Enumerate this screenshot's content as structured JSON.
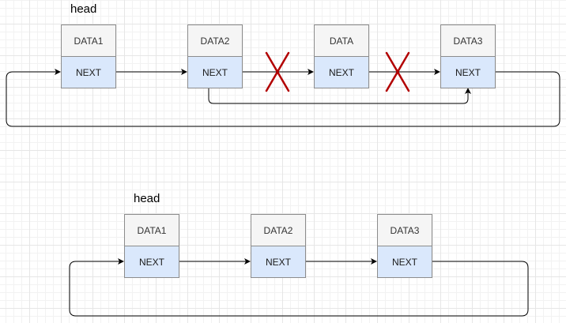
{
  "diagram_top": {
    "head_label": "head",
    "nodes": [
      {
        "data": "DATA1",
        "next": "NEXT"
      },
      {
        "data": "DATA2",
        "next": "NEXT"
      },
      {
        "data": "DATA",
        "next": "NEXT"
      },
      {
        "data": "DATA3",
        "next": "NEXT"
      }
    ]
  },
  "diagram_bottom": {
    "head_label": "head",
    "nodes": [
      {
        "data": "DATA1",
        "next": "NEXT"
      },
      {
        "data": "DATA2",
        "next": "NEXT"
      },
      {
        "data": "DATA3",
        "next": "NEXT"
      }
    ]
  },
  "colors": {
    "data_fill": "#f5f5f5",
    "next_fill": "#dae8fc",
    "cell_border": "#8c8c8c",
    "arrow": "#000000",
    "cross": "#b20000"
  }
}
